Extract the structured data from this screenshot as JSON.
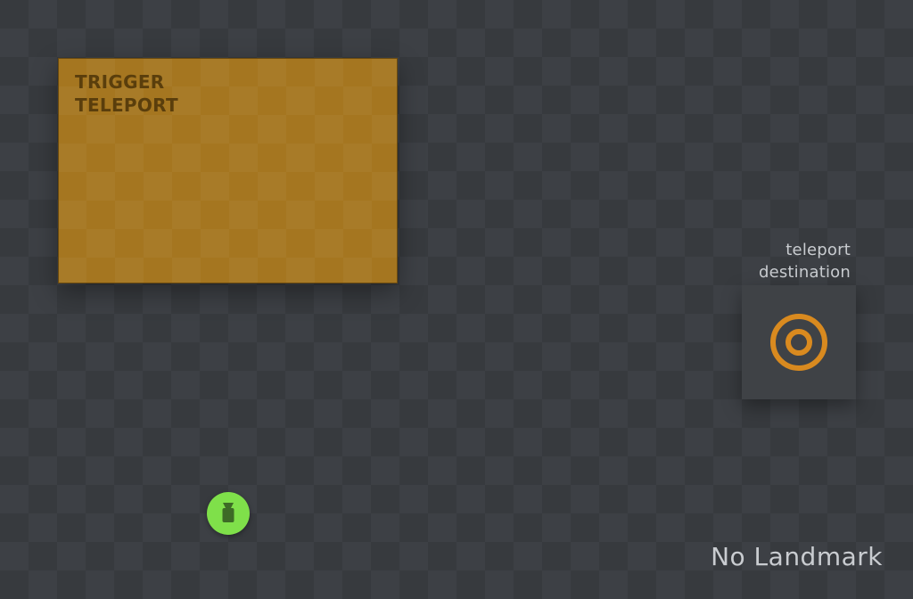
{
  "trigger": {
    "label": "TRIGGER TELEPORT",
    "color": "#a57620"
  },
  "destination": {
    "label": "teleport destination",
    "icon": "target-icon",
    "icon_color": "#d98a1f"
  },
  "player": {
    "icon": "player-icon",
    "color": "#7fe04a"
  },
  "status": {
    "landmark": "No Landmark"
  }
}
